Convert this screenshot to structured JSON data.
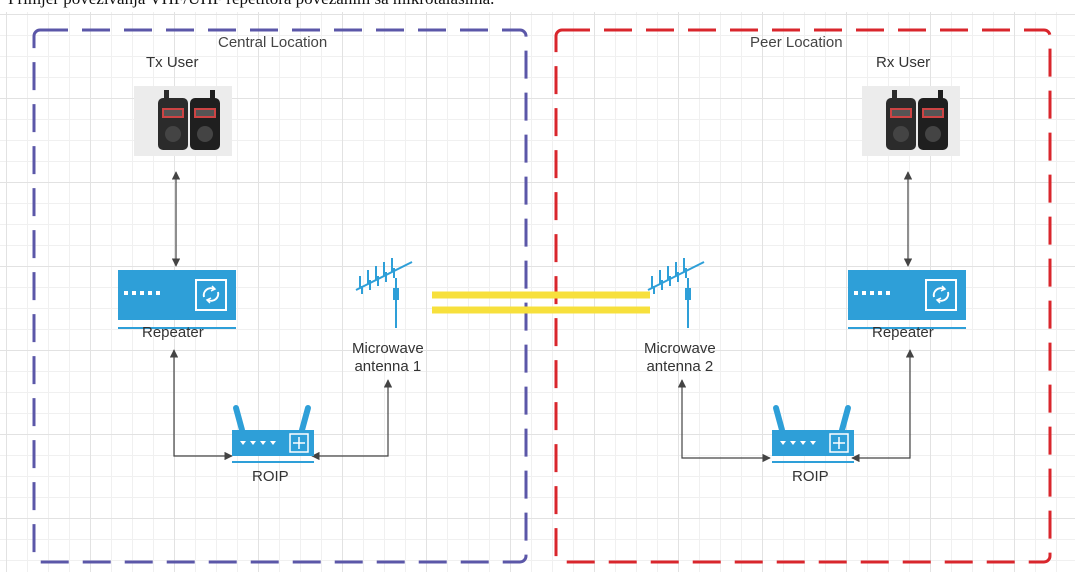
{
  "caption": "Primjer povezivanja VHF/UHF repetitora povezanim sa mikrotalasima.",
  "zones": {
    "central": {
      "title": "Central Location",
      "color": "#5b57a8"
    },
    "peer": {
      "title": "Peer Location",
      "color": "#d9262c"
    }
  },
  "nodes": {
    "tx_user": "Tx User",
    "rx_user": "Rx User",
    "repeater_left": "Repeater",
    "repeater_right": "Repeater",
    "antenna_1": "Microwave\nantenna 1",
    "antenna_2": "Microwave\nantenna 2",
    "roip_left": "ROIP",
    "roip_right": "ROIP"
  },
  "colors": {
    "device_blue": "#2e9fd8",
    "link_yellow": "#f7e03c",
    "connector": "#444444"
  },
  "icons": [
    "walkie-talkie-icon",
    "repeater-icon",
    "router-icon",
    "yagi-antenna-icon"
  ]
}
